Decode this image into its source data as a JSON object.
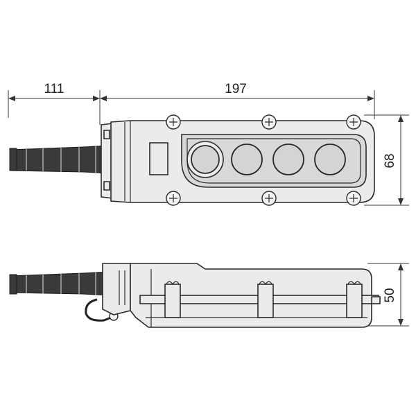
{
  "dimensions": {
    "cable_length": "111",
    "body_length": "197",
    "body_width": "68",
    "body_height": "50"
  }
}
